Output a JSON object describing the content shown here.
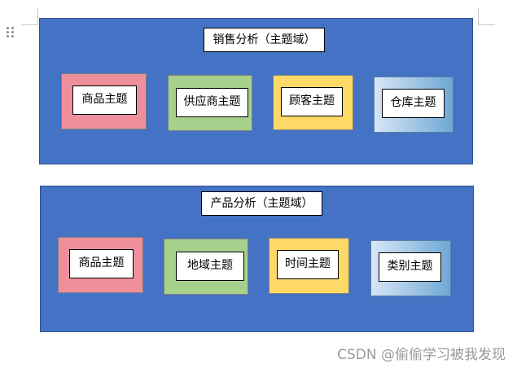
{
  "domains": [
    {
      "title": "销售分析（主题域）",
      "subjects": [
        "商品主题",
        "供应商主题",
        "顾客主题",
        "仓库主题"
      ]
    },
    {
      "title": "产品分析（主题域）",
      "subjects": [
        "商品主题",
        "地域主题",
        "时间主题",
        "类别主题"
      ]
    }
  ],
  "watermark": "CSDN @偷偷学习被我发现",
  "colors": {
    "domain_bg": "#4472c4",
    "subject_pink": "#f08f9c",
    "subject_green": "#a8d08d",
    "subject_yellow": "#ffd966",
    "subject_blue_gradient": "#9ec4e4"
  }
}
